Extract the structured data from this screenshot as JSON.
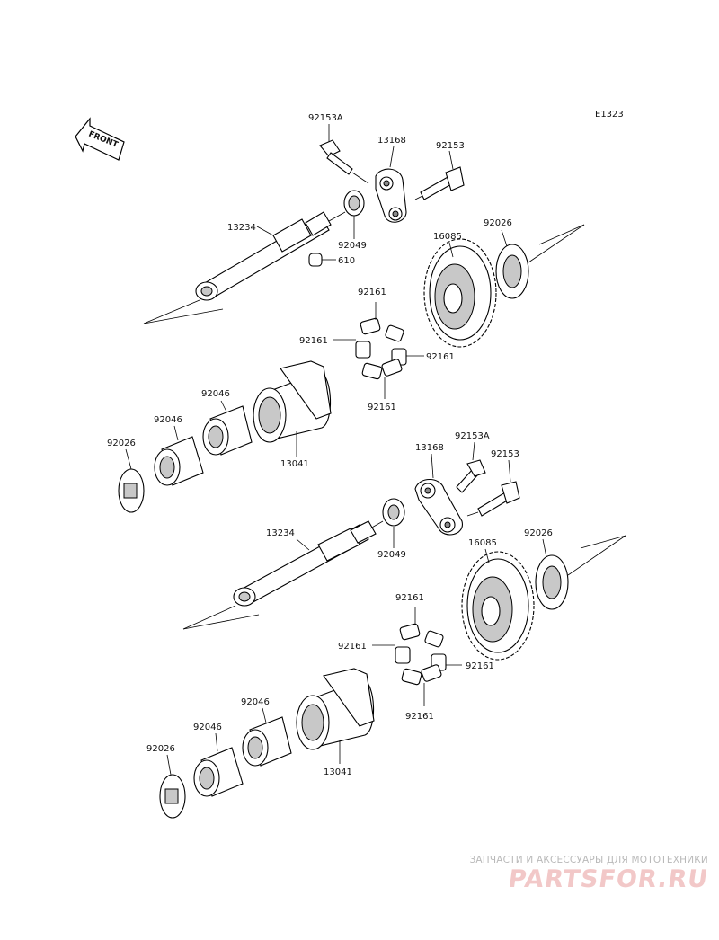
{
  "diagram_code": "E1323",
  "front_label": "FRONT",
  "labels": {
    "a_92153A": "92153A",
    "a_13168": "13168",
    "a_92153": "92153",
    "a_13234": "13234",
    "a_92049": "92049",
    "a_610": "610",
    "a_16085": "16085",
    "a_92026_right": "92026",
    "a_92161_top": "92161",
    "a_92161_left": "92161",
    "a_92161_right": "92161",
    "a_92161_bottom": "92161",
    "a_92046_upper": "92046",
    "a_92046_lower": "92046",
    "a_92026_left": "92026",
    "a_13041": "13041",
    "b_92153A": "92153A",
    "b_13168": "13168",
    "b_92153": "92153",
    "b_13234": "13234",
    "b_92049": "92049",
    "b_16085": "16085",
    "b_92026_right": "92026",
    "b_92161_top": "92161",
    "b_92161_left": "92161",
    "b_92161_right": "92161",
    "b_92161_bottom": "92161",
    "b_92046_upper": "92046",
    "b_92046_lower": "92046",
    "b_92026_left": "92026",
    "b_13041": "13041"
  },
  "watermark": {
    "line1": "ЗАПЧАСТИ И АКСЕССУАРЫ ДЛЯ МОТОТЕХНИКИ",
    "logo": "PARTSFOR.RU"
  },
  "colors": {
    "line": "#000000",
    "watermark_text": "#b9b9b9",
    "watermark_logo": "#f2c8c8"
  }
}
